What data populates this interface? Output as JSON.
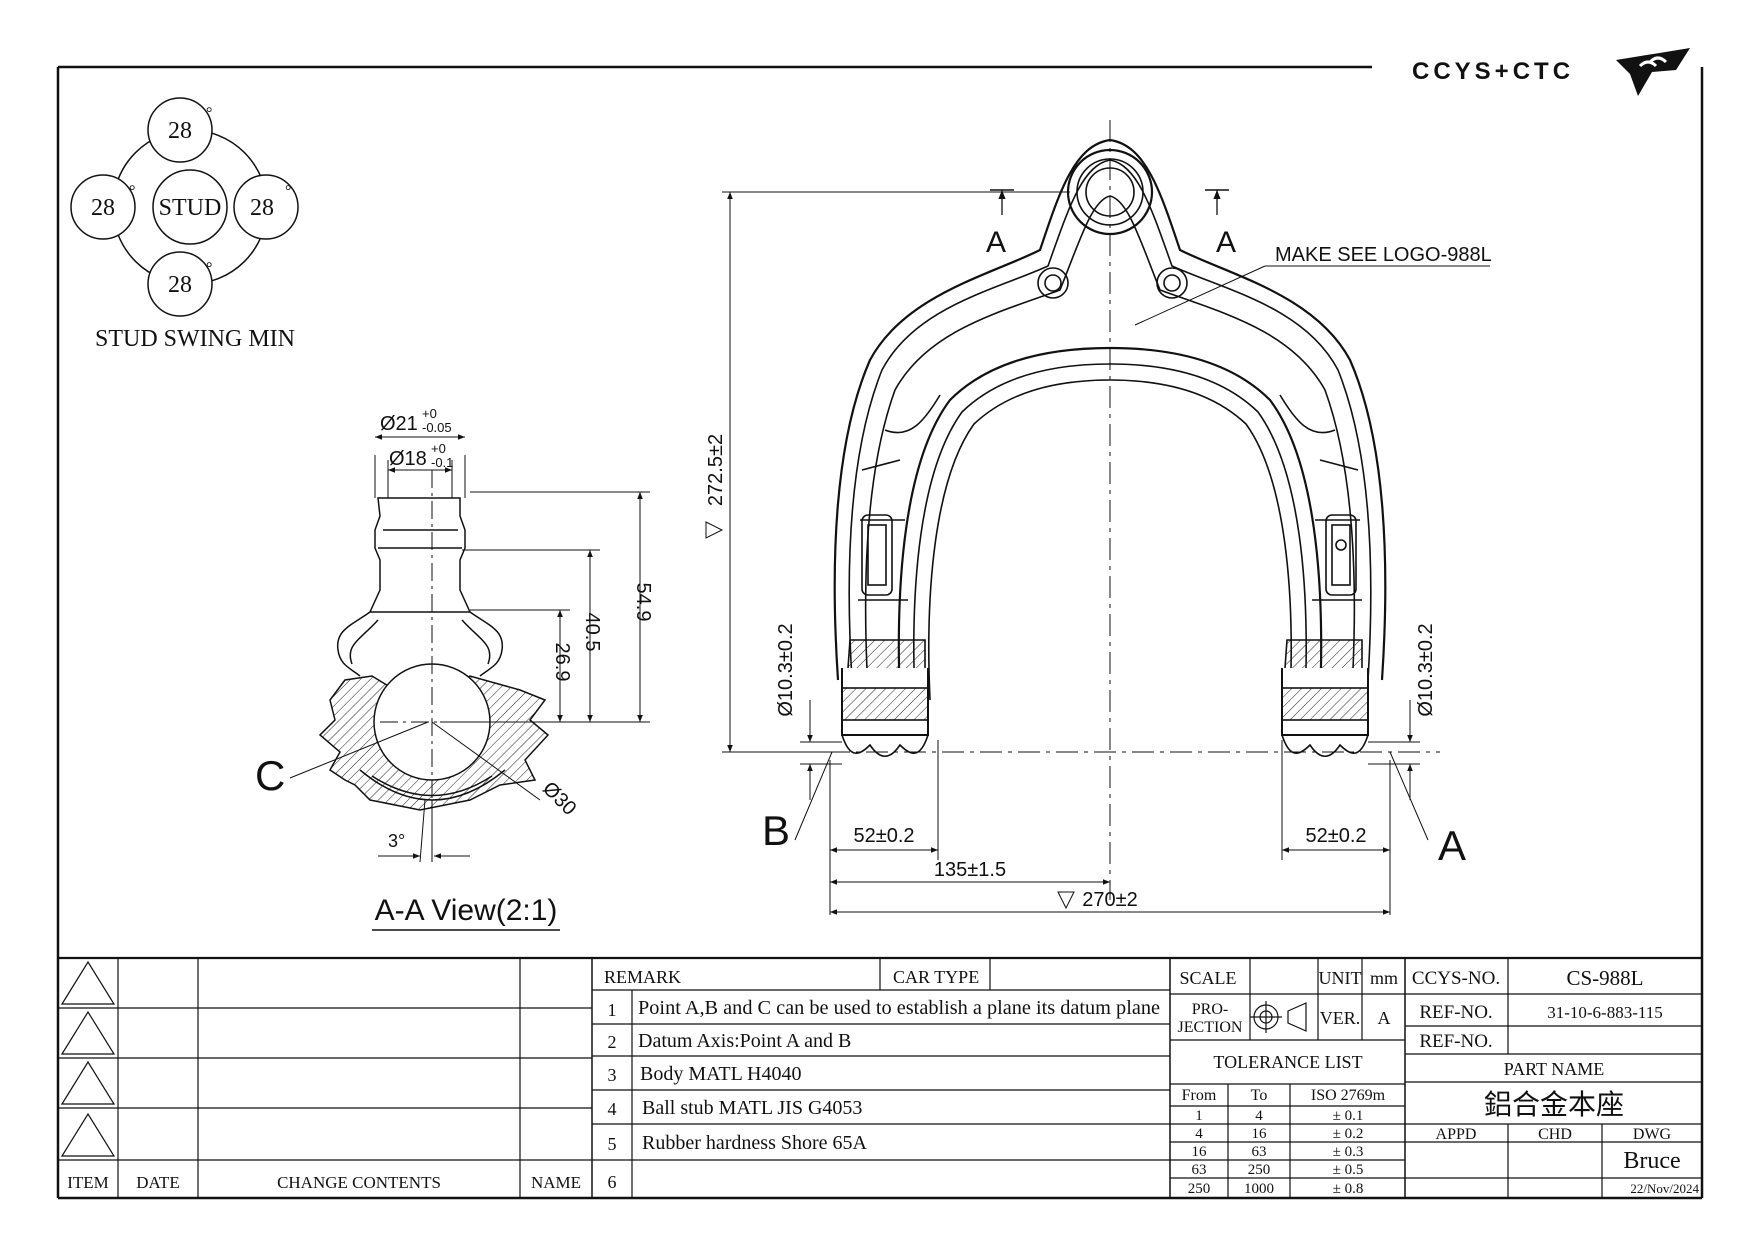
{
  "logo_text": "CCYS+CTC",
  "stud_swing": {
    "caption": "STUD SWING MIN",
    "center_label": "STUD",
    "angles": [
      "28",
      "28",
      "28",
      "28"
    ],
    "degree_mark": "°"
  },
  "section_view": {
    "title": "A-A View(2:1)",
    "dia_outer": "Ø21",
    "dia_outer_tol_up": "+0",
    "dia_outer_tol_low": "-0.05",
    "dia_inner": "Ø18",
    "dia_inner_tol_up": "+0",
    "dia_inner_tol_low": "-0.1",
    "dim_549": "54.9",
    "dim_405": "40.5",
    "dim_269": "26.9",
    "ball_dia": "Ø30",
    "angle": "3°",
    "point_c": "C"
  },
  "main_view": {
    "section_label_left": "A",
    "section_label_right": "A",
    "logo_note": "MAKE SEE LOGO-988L",
    "height_dim": "272.5±2",
    "bush_dia_left": "Ø10.3±0.2",
    "bush_dia_right": "Ø10.3±0.2",
    "bush_width_left": "52±0.2",
    "bush_width_right": "52±0.2",
    "half_span": "135±1.5",
    "full_span": "270±2",
    "point_b": "B",
    "point_a": "A"
  },
  "revision_table": {
    "headers": [
      "ITEM",
      "DATE",
      "CHANGE CONTENTS",
      "NAME"
    ]
  },
  "remarks": {
    "remark_label": "REMARK",
    "car_type_label": "CAR TYPE",
    "items": [
      {
        "no": "1",
        "text": "Point A,B and C can be used to establish a plane its datum plane"
      },
      {
        "no": "2",
        "text": "Datum Axis:Point A and B"
      },
      {
        "no": "3",
        "text": "Body MATL H4040"
      },
      {
        "no": "4",
        "text": "Ball stub MATL JIS G4053"
      },
      {
        "no": "5",
        "text": "Rubber hardness Shore 65A"
      },
      {
        "no": "6",
        "text": ""
      }
    ]
  },
  "tolerance": {
    "scale_label": "SCALE",
    "unit_label": "UNIT",
    "unit_value": "mm",
    "projection_label_1": "PRO-",
    "projection_label_2": "JECTION",
    "ver_label": "VER.",
    "ver_value": "A",
    "list_title": "TOLERANCE LIST",
    "col_from": "From",
    "col_to": "To",
    "col_iso": "ISO 2769m",
    "rows": [
      {
        "from": "1",
        "to": "4",
        "tol": "± 0.1"
      },
      {
        "from": "4",
        "to": "16",
        "tol": "± 0.2"
      },
      {
        "from": "16",
        "to": "63",
        "tol": "± 0.3"
      },
      {
        "from": "63",
        "to": "250",
        "tol": "± 0.5"
      },
      {
        "from": "250",
        "to": "1000",
        "tol": "± 0.8"
      }
    ]
  },
  "title_block": {
    "ccys_no_label": "CCYS-NO.",
    "ccys_no_value": "CS-988L",
    "ref_no_label_1": "REF-NO.",
    "ref_no_value_1": "31-10-6-883-115",
    "ref_no_label_2": "REF-NO.",
    "ref_no_value_2": "",
    "part_name_label": "PART NAME",
    "part_name_value": "鋁合金本座",
    "appd_label": "APPD",
    "chd_label": "CHD",
    "dwg_label": "DWG",
    "dwg_name": "Bruce",
    "date": "22/Nov/2024"
  }
}
